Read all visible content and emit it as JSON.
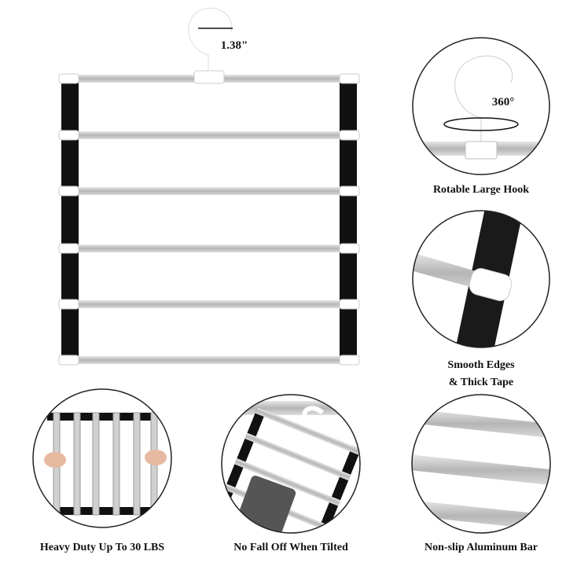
{
  "main": {
    "hook_width_label": "1.38\""
  },
  "features": [
    {
      "title": "Rotable Large Hook",
      "annotation": "360°"
    },
    {
      "title_line1": "Smooth Edges",
      "title_line2": "& Thick Tape"
    },
    {
      "title": "Heavy Duty Up To 30 LBS"
    },
    {
      "title": "No Fall Off When Tilted"
    },
    {
      "title": "Non-slip Aluminum Bar"
    }
  ],
  "colors": {
    "strap": "#111111",
    "bar": "#c8c8c8",
    "cap": "#ffffff",
    "ring": "#222222"
  }
}
